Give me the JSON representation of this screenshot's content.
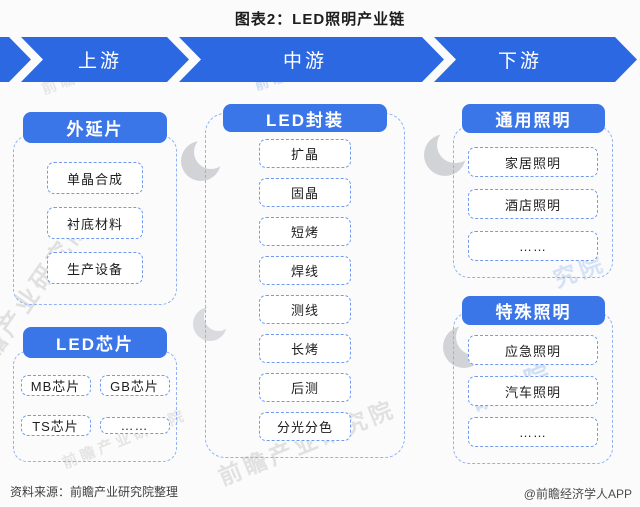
{
  "title": "图表2：LED照明产业链",
  "colors": {
    "band-blue": "#2b68e2",
    "pill-blue": "#3b76e8",
    "dash-blue": "#6f9af0",
    "panel-dash": "#8fb2f4"
  },
  "band": {
    "segments": [
      "上游",
      "中游",
      "下游"
    ]
  },
  "columns": {
    "upstream": {
      "groups": [
        {
          "header": "外延片",
          "items": [
            "单晶合成",
            "衬底材料",
            "生产设备"
          ]
        },
        {
          "header": "LED芯片",
          "items": [
            "MB芯片",
            "GB芯片",
            "TS芯片",
            "……"
          ]
        }
      ]
    },
    "midstream": {
      "groups": [
        {
          "header": "LED封装",
          "items": [
            "扩晶",
            "固晶",
            "短烤",
            "焊线",
            "测线",
            "长烤",
            "后测",
            "分光分色"
          ]
        }
      ]
    },
    "downstream": {
      "groups": [
        {
          "header": "通用照明",
          "items": [
            "家居照明",
            "酒店照明",
            "……"
          ]
        },
        {
          "header": "特殊照明",
          "items": [
            "应急照明",
            "汽车照明",
            "……"
          ]
        }
      ]
    }
  },
  "watermarks": [
    "前瞻产业研究院",
    "研究院",
    "究院",
    "前瞻经济学人"
  ],
  "footer": {
    "source": "资料来源：前瞻产业研究院整理",
    "credit": "@前瞻经济学人APP"
  }
}
